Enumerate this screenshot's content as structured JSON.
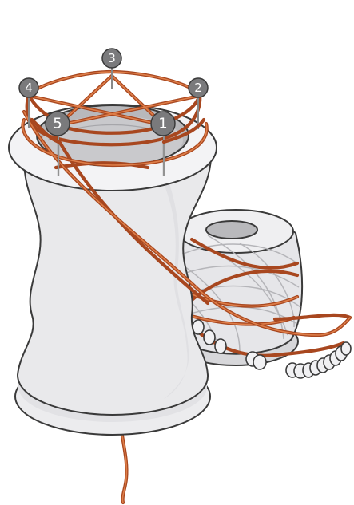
{
  "colors": {
    "spool_fill": "#e9e9eb",
    "spool_shadow": "#cfcfd2",
    "outline": "#3a3a3a",
    "wire": "#a8471f",
    "wire_highlight": "#de7e49",
    "pin_head": "#7a7a7c",
    "background": "#ffffff"
  },
  "pins": [
    {
      "id": "pin-1",
      "label": "1"
    },
    {
      "id": "pin-2",
      "label": "2"
    },
    {
      "id": "pin-3",
      "label": "3"
    },
    {
      "id": "pin-4",
      "label": "4"
    },
    {
      "id": "pin-5",
      "label": "5"
    }
  ],
  "parts": {
    "spool": "knitting-spool",
    "wire_ball": "wire-spool",
    "beads": "strung-beads",
    "cord": "knitted-cord"
  }
}
